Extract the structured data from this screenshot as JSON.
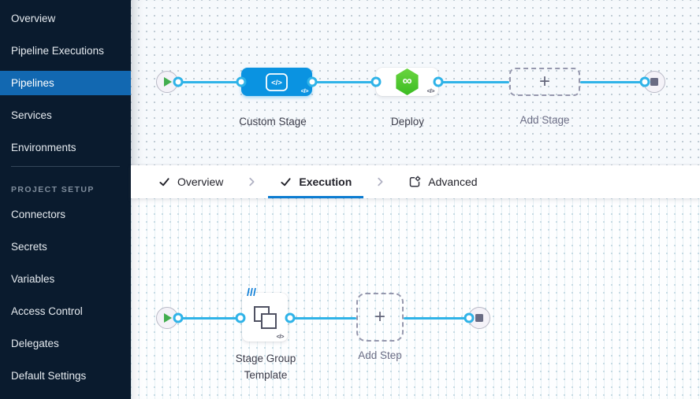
{
  "sidebar": {
    "items": [
      {
        "label": "Overview"
      },
      {
        "label": "Pipeline Executions"
      },
      {
        "label": "Pipelines",
        "active": true
      },
      {
        "label": "Services"
      },
      {
        "label": "Environments"
      }
    ],
    "section_label": "PROJECT SETUP",
    "setup_items": [
      {
        "label": "Connectors"
      },
      {
        "label": "Secrets"
      },
      {
        "label": "Variables"
      },
      {
        "label": "Access Control"
      },
      {
        "label": "Delegates"
      },
      {
        "label": "Default Settings"
      }
    ]
  },
  "tab_bar": {
    "tabs": [
      {
        "label": "Overview",
        "icon": "check-icon",
        "active": false
      },
      {
        "label": "Execution",
        "icon": "check-icon",
        "active": true
      },
      {
        "label": "Advanced",
        "icon": "advanced-icon",
        "active": false
      }
    ]
  },
  "stage_canvas": {
    "nodes": [
      {
        "label": "Custom Stage",
        "type": "custom-stage"
      },
      {
        "label": "Deploy",
        "type": "deploy"
      },
      {
        "label": "Add Stage",
        "type": "add-stage"
      }
    ],
    "start_node": "play",
    "end_node": "stop"
  },
  "execution_canvas": {
    "nodes": [
      {
        "label_line1": "Stage Group",
        "label_line2": "Template",
        "type": "stage-group-template"
      },
      {
        "label": "Add Step",
        "type": "add-step"
      }
    ],
    "start_node": "play",
    "end_node": "stop"
  },
  "glyphs": {
    "code": "</>",
    "plus": "+",
    "infinity": "∞"
  },
  "colors": {
    "sidebar_bg": "#0a1b2e",
    "active_item_bg": "#1268b1",
    "connector": "#2fb3e8",
    "stage_blue": "#0a93e1",
    "underline_blue": "#0c7cd1",
    "play_green": "#42ad4e",
    "deploy_green": "#4cc72f"
  }
}
